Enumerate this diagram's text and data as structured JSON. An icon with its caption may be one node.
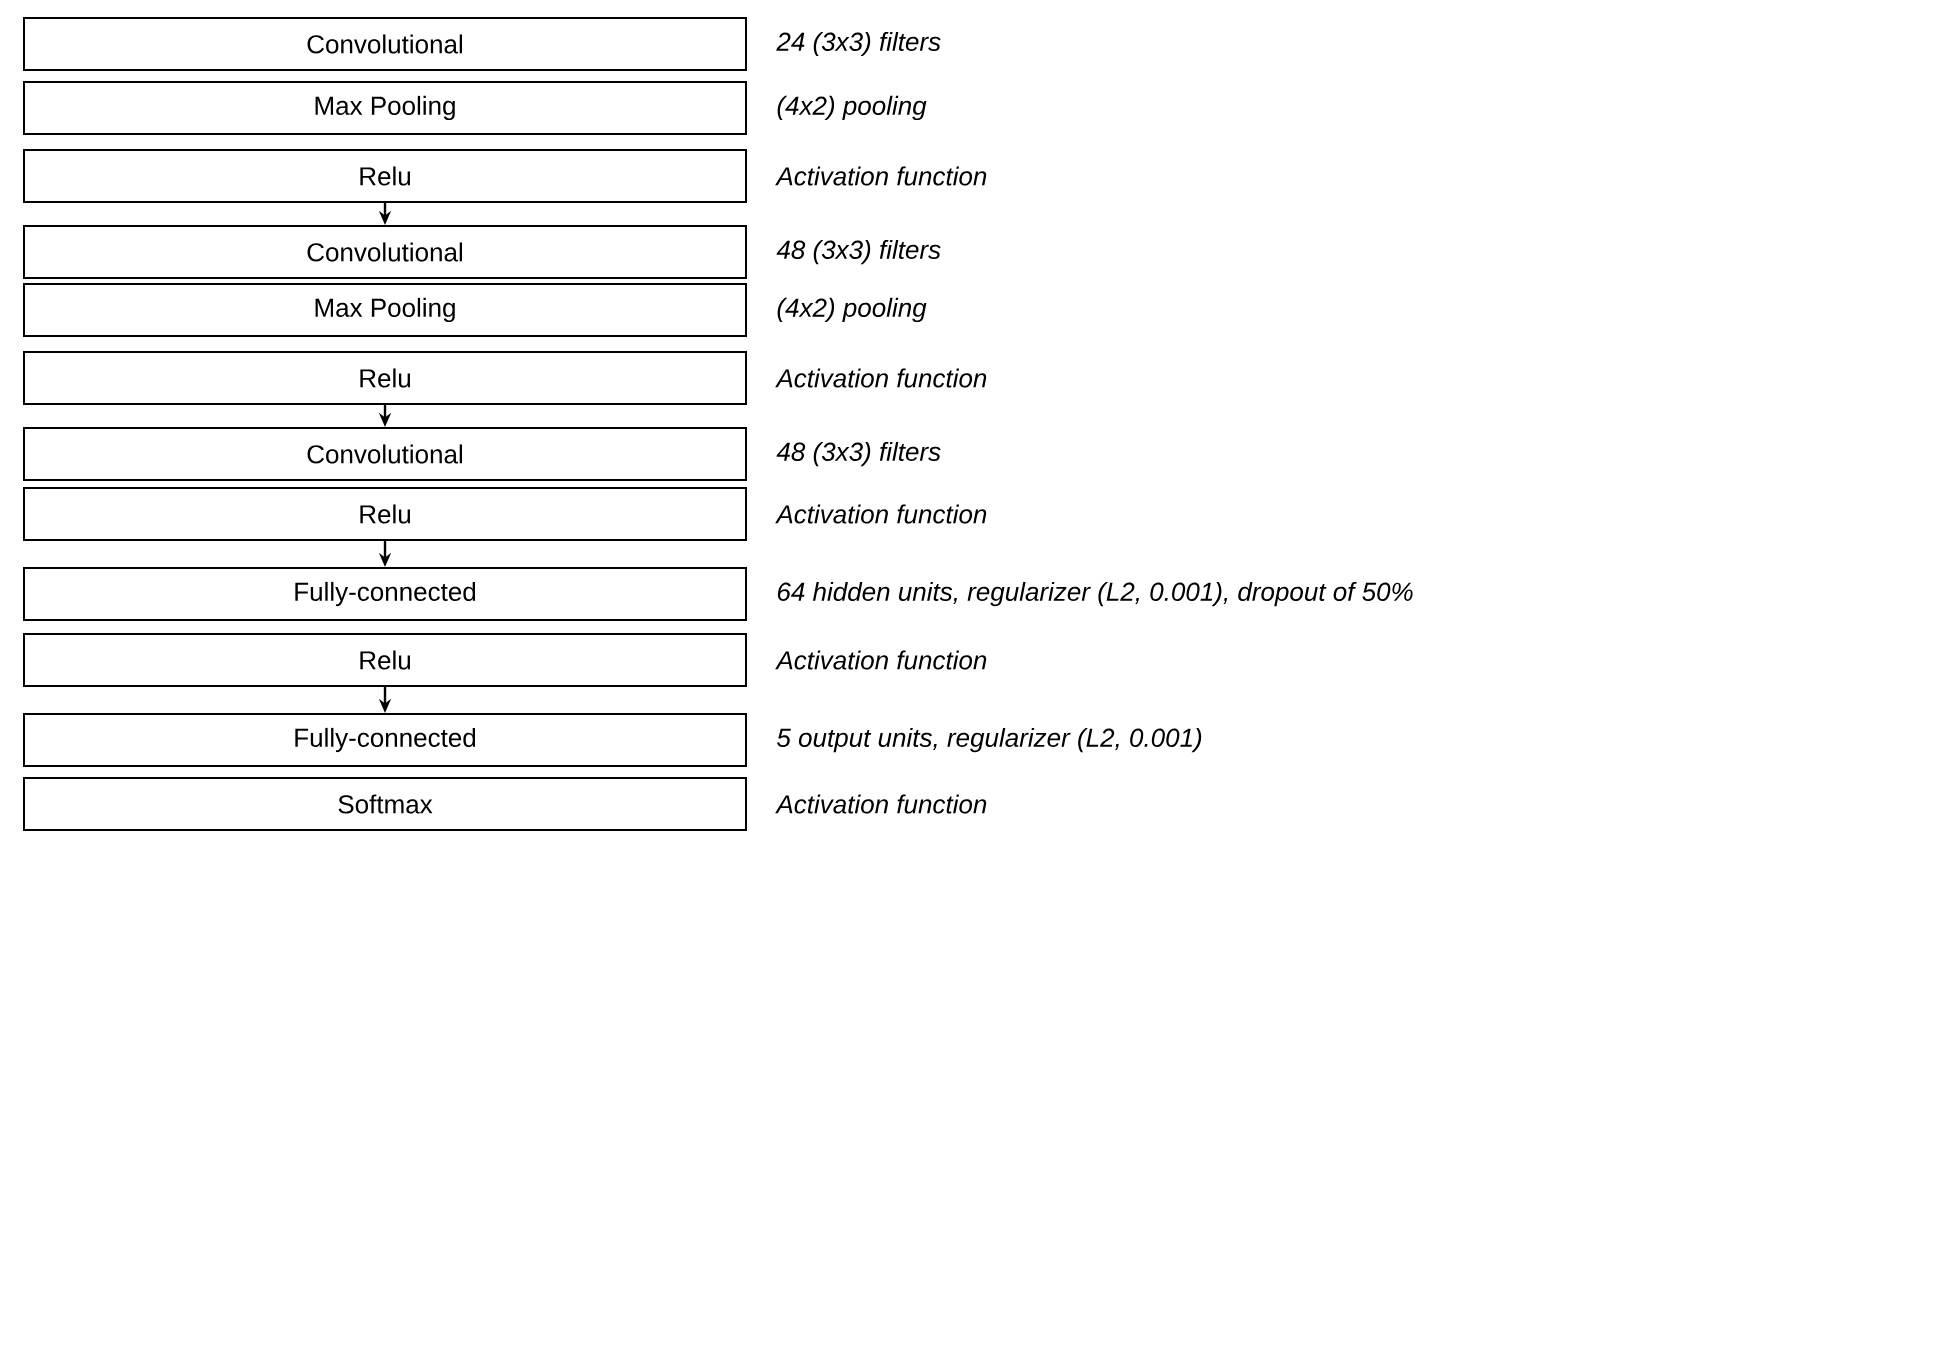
{
  "diagram": {
    "nodes": [
      {
        "text": [
          "Convolutional"
        ],
        "beside": [
          "24 (3x3) filters"
        ]
      },
      {
        "text": [
          "Max Pooling"
        ],
        "beside": [
          "(4x2) pooling"
        ]
      },
      {
        "text": [
          "Relu"
        ],
        "beside": [
          "Activation function"
        ]
      },
      {
        "text": [
          "Convolutional"
        ],
        "beside": [
          "48 (3x3) filters"
        ]
      },
      {
        "text": [
          "Max Pooling"
        ],
        "beside": [
          "(4x2) pooling"
        ]
      },
      {
        "text": [
          "Relu"
        ],
        "beside": [
          "Activation function"
        ]
      },
      {
        "text": [
          "Convolutional"
        ],
        "beside": [
          "48 (3x3) filters"
        ]
      },
      {
        "text": [
          "Relu"
        ],
        "beside": [
          "Activation function"
        ]
      },
      {
        "text": [
          "Fully-connected"
        ],
        "beside": [
          "64 hidden units, regularizer (L2, 0.001), dropout of 50%"
        ]
      },
      {
        "text": [
          "Relu"
        ],
        "beside": [
          "Activation function"
        ]
      },
      {
        "text": [
          "Fully-connected"
        ],
        "beside": [
          "5 output units, regularizer (L2, 0.001)"
        ]
      },
      {
        "text": [
          "Softmax"
        ],
        "beside": [
          "Activation function"
        ]
      }
    ],
    "edges": [
      {
        "from": 2,
        "to": 3,
        "arrow": "to"
      },
      {
        "from": 5,
        "to": 6,
        "arrow": "to"
      },
      {
        "from": 7,
        "to": 8,
        "arrow": "to"
      },
      {
        "from": 9,
        "to": 10,
        "arrow": "to"
      }
    ]
  }
}
